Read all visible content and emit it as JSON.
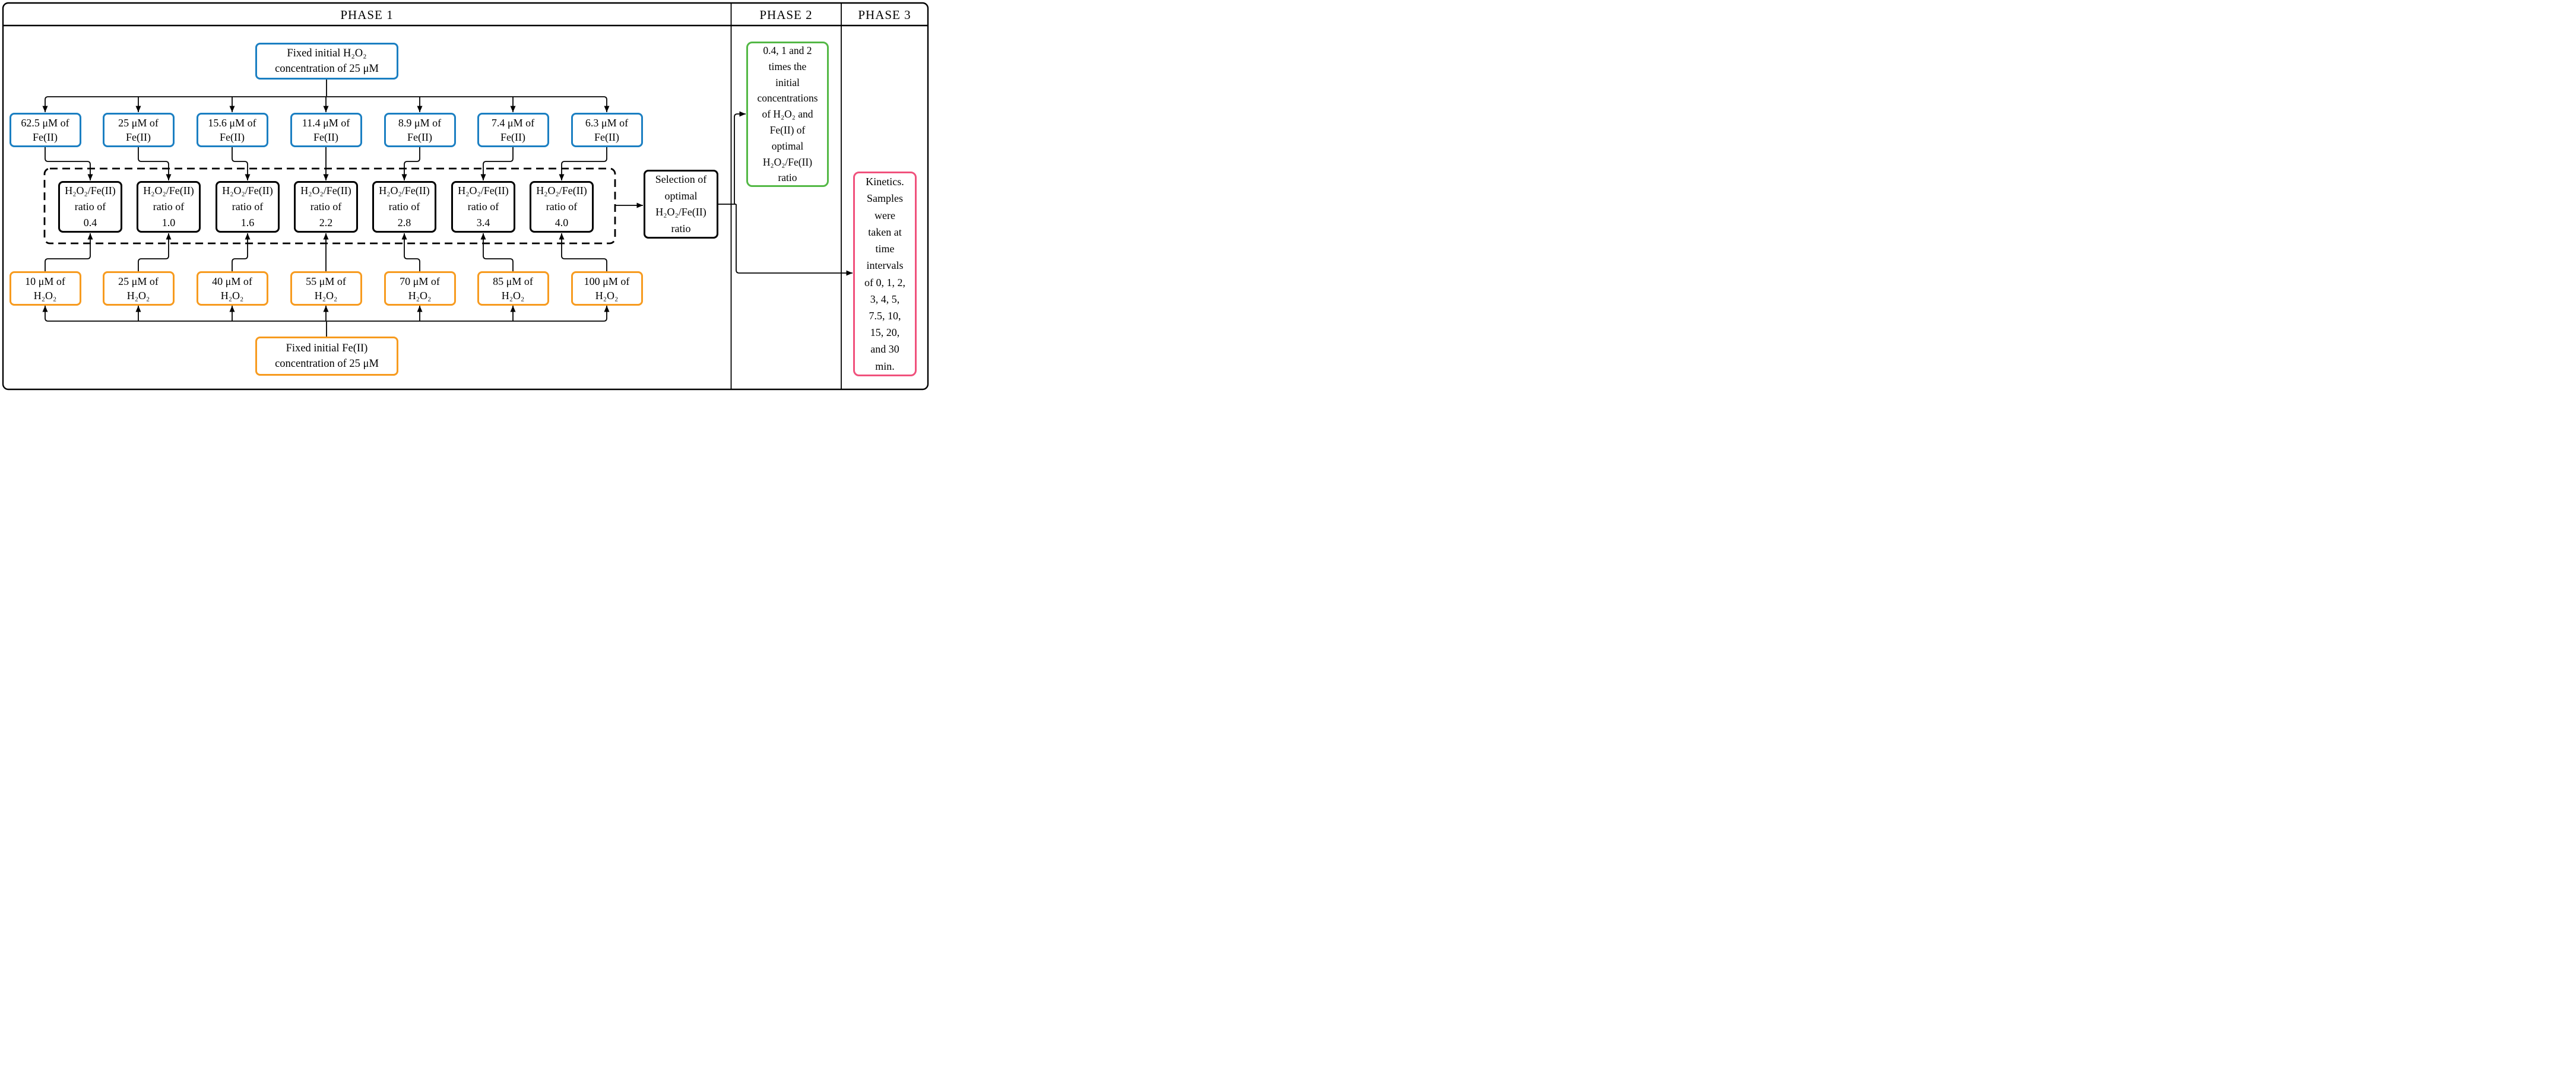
{
  "header": {
    "phase1": "PHASE 1",
    "phase2": "PHASE 2",
    "phase3": "PHASE 3"
  },
  "phase1": {
    "fixed_h2o2_box": [
      "Fixed initial H₂O₂",
      "concentration of 25 μM"
    ],
    "fe_boxes": [
      {
        "amount": "62.5 μM of",
        "species": "Fe(II)"
      },
      {
        "amount": "25 μM of",
        "species": "Fe(II)"
      },
      {
        "amount": "15.6 μM of",
        "species": "Fe(II)"
      },
      {
        "amount": "11.4 μM of",
        "species": "Fe(II)"
      },
      {
        "amount": "8.9 μM of",
        "species": "Fe(II)"
      },
      {
        "amount": "7.4 μM of",
        "species": "Fe(II)"
      },
      {
        "amount": "6.3 μM of",
        "species": "Fe(II)"
      }
    ],
    "ratio_line1": "H₂O₂/Fe(II)",
    "ratio_line2": "ratio of",
    "ratio_boxes": [
      {
        "value": "0.4"
      },
      {
        "value": "1.0"
      },
      {
        "value": "1.6"
      },
      {
        "value": "2.2"
      },
      {
        "value": "2.8"
      },
      {
        "value": "3.4"
      },
      {
        "value": "4.0"
      }
    ],
    "h2o2_boxes": [
      {
        "amount": "10 μM of",
        "species": "H₂O₂"
      },
      {
        "amount": "25 μM of",
        "species": "H₂O₂"
      },
      {
        "amount": "40 μM of",
        "species": "H₂O₂"
      },
      {
        "amount": "55 μM of",
        "species": "H₂O₂"
      },
      {
        "amount": "70 μM of",
        "species": "H₂O₂"
      },
      {
        "amount": "85 μM of",
        "species": "H₂O₂"
      },
      {
        "amount": "100 μM of",
        "species": "H₂O₂"
      }
    ],
    "fixed_fe_box": [
      "Fixed initial Fe(II)",
      "concentration of 25 μM"
    ],
    "selection_box": [
      "Selection of",
      "optimal",
      "H₂O₂/Fe(II)",
      "ratio"
    ]
  },
  "phase2": {
    "box": [
      "0.4, 1 and 2",
      "times the",
      "initial",
      "concentrations",
      "of H₂O₂ and",
      "Fe(II) of",
      "optimal",
      "H₂O₂/Fe(II)",
      "ratio"
    ]
  },
  "phase3": {
    "box": [
      "Kinetics.",
      "Samples",
      "were",
      "taken at",
      "time",
      "intervals",
      "of 0, 1, 2,",
      "3, 4, 5,",
      "7.5, 10,",
      "15, 20,",
      "and 30",
      "min."
    ]
  },
  "colors": {
    "blue": "#1b7fc2",
    "orange": "#f79b1f",
    "green": "#53b845",
    "pink": "#f0517c",
    "line": "#000000"
  }
}
